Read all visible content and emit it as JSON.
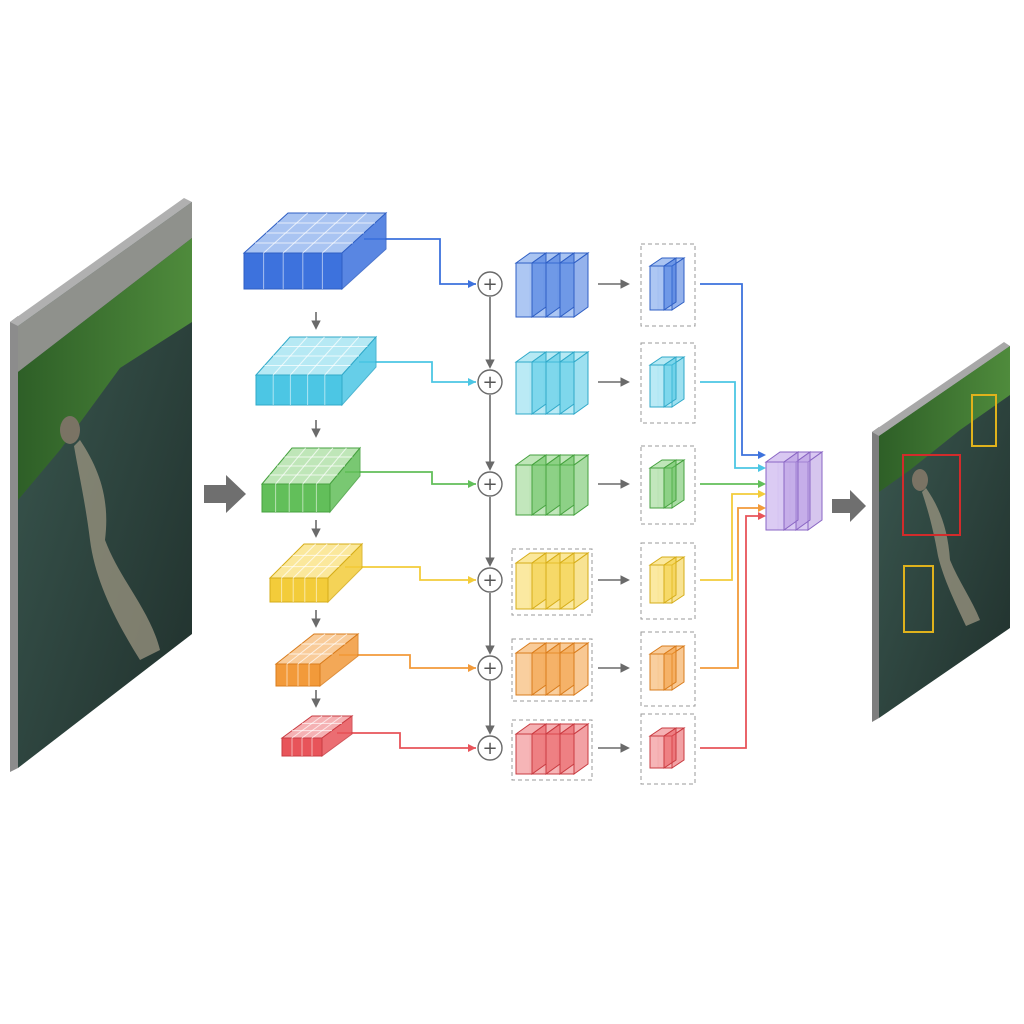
{
  "diagram": {
    "levels": [
      {
        "id": "p1",
        "color": "#3d72dd",
        "light": "#a9c4f2",
        "stroke": "#2f5fc4"
      },
      {
        "id": "p2",
        "color": "#4cc6e4",
        "light": "#b6e9f4",
        "stroke": "#30a9c9"
      },
      {
        "id": "p3",
        "color": "#62bf5a",
        "light": "#bfe6b8",
        "stroke": "#46a23f"
      },
      {
        "id": "p4",
        "color": "#f3cc3a",
        "light": "#fbe89c",
        "stroke": "#d6ad19"
      },
      {
        "id": "p5",
        "color": "#f29a3a",
        "light": "#f9cc9a",
        "stroke": "#d97c1c"
      },
      {
        "id": "p6",
        "color": "#e8545a",
        "light": "#f5b1b3",
        "stroke": "#c93b41"
      }
    ],
    "sum_symbol": "+",
    "fusion_color": "#b597e0",
    "fusion_stroke": "#8a66c4",
    "arrow_color": "#6a6a6a",
    "detections": [
      {
        "color": "#d22b2b"
      },
      {
        "color": "#e0b21c"
      },
      {
        "color": "#e0b21c"
      }
    ]
  }
}
